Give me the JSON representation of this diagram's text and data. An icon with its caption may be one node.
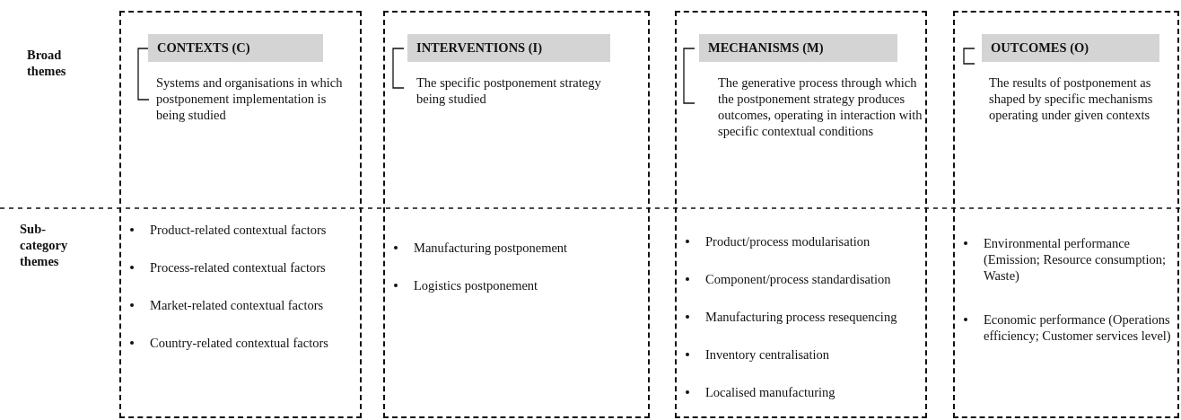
{
  "diagram": {
    "nodes": [
      {
        "text": [
          "Systems and organisations in which postponement implementation is being studied",
          "Product-related contextual factors",
          "Process-related contextual factors",
          "Market-related contextual factors",
          "Country-related contextual factors"
        ]
      },
      {
        "text": [
          "CONTEXTS (C)"
        ],
        "in": 0
      },
      {
        "text": [
          "The specific postponement strategy being studied",
          "Manufacturing postponement",
          "Logistics postponement"
        ]
      },
      {
        "text": [
          "INTERVENTIONS (I)"
        ],
        "in": 2
      },
      {
        "text": [
          "The generative process through which the postponement strategy produces outcomes, operating in interaction with specific contextual conditions",
          "Product/process modularisation",
          "Component/process standardisation",
          "Manufacturing process resequencing",
          "Inventory centralisation",
          "Localised manufacturing"
        ]
      },
      {
        "text": [
          "MECHANISMS (M)"
        ],
        "in": 4
      },
      {
        "text": [
          "The results of postponement as shaped by specific mechanisms operating under given contexts",
          "Environmental performance (Emission; Resource consumption; Waste)",
          "Economic performance (Operations efficiency; Customer services level)"
        ]
      },
      {
        "text": [
          "OUTCOMES (O)"
        ],
        "in": 6
      }
    ],
    "edges": [],
    "labels": [
      "Broad themes",
      "Sub-category themes"
    ]
  }
}
